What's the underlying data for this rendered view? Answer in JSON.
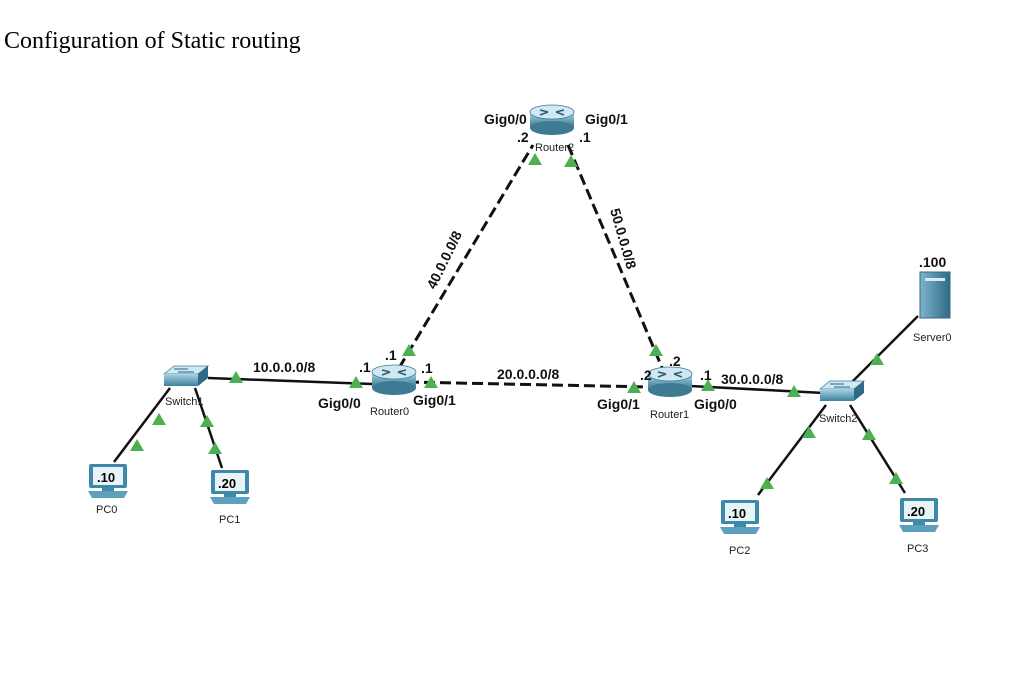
{
  "title": "Configuration of Static routing",
  "devices": {
    "router0": {
      "label": "Router0",
      "left_port": "Gig0/0",
      "right_port": "Gig0/1",
      "left_ip": ".1",
      "up_ip": ".1",
      "right_ip": ".1"
    },
    "router1": {
      "label": "Router1",
      "left_port": "Gig0/1",
      "right_port": "Gig0/0",
      "left_ip": ".2",
      "up_ip": ".2",
      "right_ip": ".1"
    },
    "router2": {
      "label": "Router2",
      "left_port": "Gig0/0",
      "right_port": "Gig0/1",
      "left_ip": ".2",
      "right_ip": ".1"
    },
    "switch1": {
      "label": "Switch1"
    },
    "switch2": {
      "label": "Switch2"
    },
    "server0": {
      "label": "Server0",
      "ip": ".100"
    },
    "pc0": {
      "label": "PC0",
      "ip": ".10"
    },
    "pc1": {
      "label": "PC1",
      "ip": ".20"
    },
    "pc2": {
      "label": "PC2",
      "ip": ".10"
    },
    "pc3": {
      "label": "PC3",
      "ip": ".20"
    }
  },
  "networks": {
    "n10": "10.0.0.0/8",
    "n20": "20.0.0.0/8",
    "n30": "30.0.0.0/8",
    "n40": "40.0.0.0/8",
    "n50": "50.0.0.0/8"
  },
  "colors": {
    "link": "#111111",
    "link_status": "#4caf50",
    "router_body": "#6aa3bb",
    "switch_body": "#5f9fbd"
  }
}
